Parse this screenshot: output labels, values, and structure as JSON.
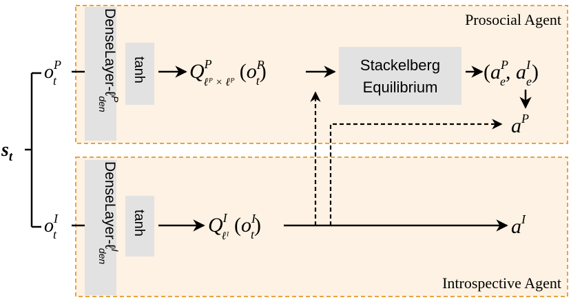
{
  "agents": {
    "prosocial": {
      "title": "Prosocial Agent",
      "dense_layer": {
        "base": "DenseLayer-ℓ",
        "sup": "P",
        "sub": "den"
      },
      "activation": "tanh",
      "q_function": {
        "base": "Q",
        "sup": "P",
        "sub": "ℓᴾ × ℓᴾ",
        "arg_base": "o",
        "arg_sup": "P",
        "arg_sub": "t"
      },
      "equilibrium": {
        "line1": "Stackelberg",
        "line2": "Equilibrium"
      },
      "equilibrium_actions": {
        "first": "a",
        "first_sup": "P",
        "first_sub": "e",
        "second": "a",
        "second_sup": "I",
        "second_sub": "e"
      },
      "action": {
        "base": "a",
        "sup": "P"
      }
    },
    "introspective": {
      "title": "Introspective Agent",
      "dense_layer": {
        "base": "DenseLayer-ℓ",
        "sup": "I",
        "sub": "den"
      },
      "activation": "tanh",
      "q_function": {
        "base": "Q",
        "sup": "I",
        "sub": "ℓᴵ",
        "arg_base": "o",
        "arg_sup": "I",
        "arg_sub": "t"
      },
      "action": {
        "base": "a",
        "sup": "I"
      }
    }
  },
  "state": {
    "base": "s",
    "sub": "t"
  },
  "observation_prosocial": {
    "base": "o",
    "sup": "P",
    "sub": "t"
  },
  "observation_introspective": {
    "base": "o",
    "sup": "I",
    "sub": "t"
  },
  "colors": {
    "box_fill": "#fdf2e3",
    "box_border": "#e8a33c",
    "layer_fill": "#e2e2e2",
    "ink": "#000000"
  }
}
